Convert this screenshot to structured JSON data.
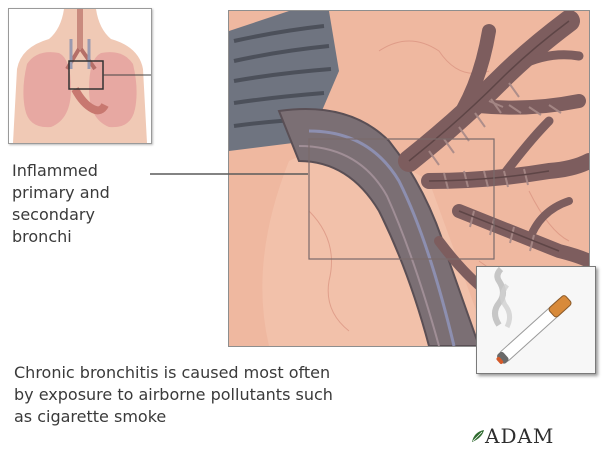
{
  "label": {
    "lines": [
      "Inflammed",
      "primary and",
      "secondary",
      "bronchi"
    ]
  },
  "caption": {
    "lines": [
      "Chronic bronchitis is caused most often",
      "by exposure to airborne pollutants such",
      "as cigarette smoke"
    ]
  },
  "logo": {
    "text": "ADAM"
  },
  "colors": {
    "tissue": "#efb8a0",
    "bronchi": "#8a6a68",
    "airway": "#6f7480",
    "lung_thumb": "#e7a8a2",
    "skin": "#f0c9b5"
  },
  "icons": [
    "torso-thumbnail-icon",
    "bronchi-illustration",
    "cigarette-icon",
    "adam-logo-icon"
  ]
}
